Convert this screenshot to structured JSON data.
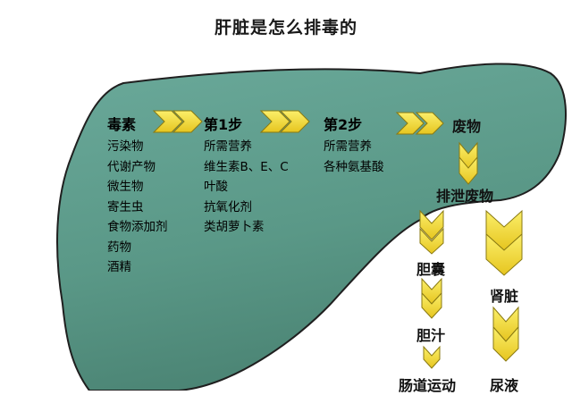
{
  "title": "肝脏是怎么排毒的",
  "toxins": {
    "heading": "毒素",
    "items": [
      "污染物",
      "代谢产物",
      "微生物",
      "寄生虫",
      "食物添加剂",
      "药物",
      "酒精"
    ]
  },
  "step1": {
    "heading": "第1步",
    "items": [
      "所需营养",
      "维生素B、E、C",
      "叶酸",
      "抗氧化剂",
      "类胡萝卜素"
    ]
  },
  "step2": {
    "heading": "第2步",
    "items": [
      "所需营养",
      "各种氨基酸"
    ]
  },
  "waste": "废物",
  "excrete_waste": "排泄废物",
  "gallbladder": "胆囊",
  "bile": "胆汁",
  "intestine": "肠道运动",
  "kidney": "肾脏",
  "urine": "尿液",
  "colors": {
    "liver_fill": "#5e9e8f",
    "liver_outline": "#1f1f1f",
    "arrow_fill": "#f3d832",
    "arrow_outline": "#8a7a12"
  }
}
